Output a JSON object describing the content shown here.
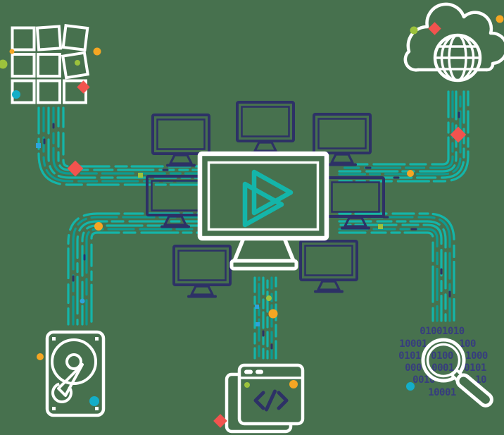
{
  "illustration": {
    "description": "network data illustration",
    "binary": {
      "row1": "01001010",
      "row2a": "10001",
      "row2b": "100",
      "row3a": "0101",
      "row3b": "0100",
      "row3c": "1000",
      "row4a": "000",
      "row4b": "0001",
      "row4c": "0101",
      "row5a": "0010",
      "row5b": "10",
      "row6": "10001"
    }
  },
  "palette": {
    "bg": "#47714E",
    "white": "#FFFFFF",
    "navy": "#2D3166",
    "indigo": "#373D7E",
    "teal": "#14B5A9",
    "tealDark": "#0D9C92",
    "orange": "#F5A623",
    "green": "#9CC23C",
    "red": "#F2534E",
    "blue": "#2CA4DC",
    "cyan": "#14AEC8"
  }
}
